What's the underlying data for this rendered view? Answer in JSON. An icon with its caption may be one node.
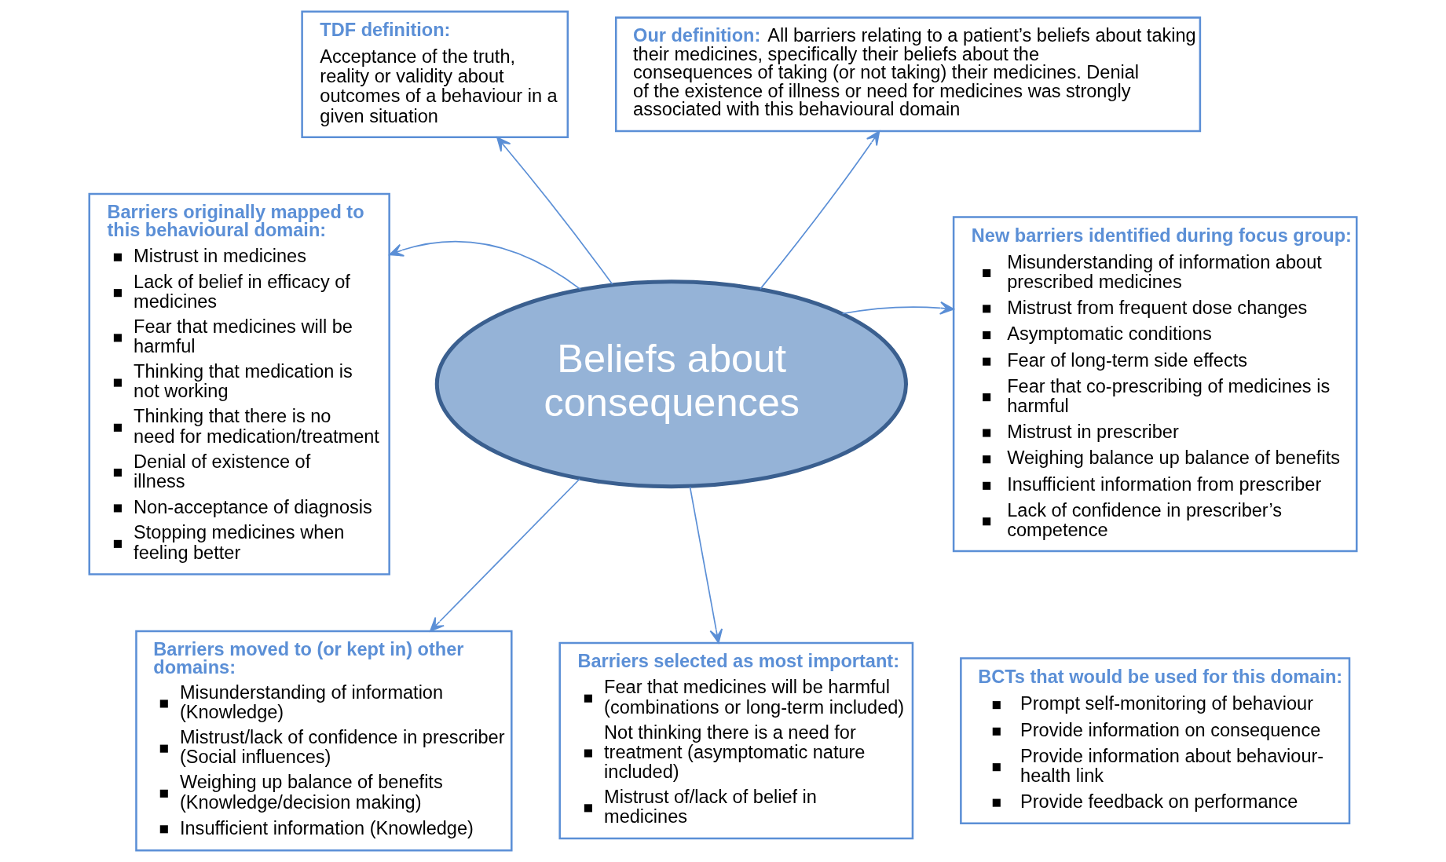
{
  "diagram": {
    "nodes": [
      {
        "text": [
          "Barriers originally mapped to this behavioural domain:",
          "Mistrust in medicines",
          "Lack of belief in efficacy of medicines",
          "Fear that medicines will be harmful",
          "Thinking that medication is not working",
          "Thinking that there is no need for medication/treatment",
          "Denial of existence of illness",
          "Non-acceptance of diagnosis",
          "Stopping medicines when feeling better"
        ]
      },
      {
        "text": [
          "TDF definition:",
          "Acceptance of the truth, reality or validity about outcomes of a behaviour in a given situation"
        ]
      },
      {
        "text": [
          "Our definition:",
          "All barriers relating to a patient’s beliefs about taking their medicines, specifically their beliefs about the consequences of taking (or not taking) their medicines. Denial of the existence of illness or need for medicines was strongly associated with this behavioural domain"
        ]
      },
      {
        "text": [
          "Beliefs about consequences"
        ]
      },
      {
        "text": [
          "New barriers identified during focus group:",
          "Misunderstanding of information about prescribed medicines",
          "Mistrust from frequent dose changes",
          "Asymptomatic conditions",
          "Fear of long-term side effects",
          "Fear that co-prescribing of medicines is harmful",
          "Mistrust in prescriber",
          "Weighing balance up balance of benefits",
          "Insufficient information from prescriber",
          "Lack of confidence in prescriber’s competence"
        ]
      },
      {
        "text": [
          "Barriers moved to (or kept in) other domains:",
          "Misunderstanding of information (Knowledge)",
          "Mistrust/lack of confidence in prescriber (Social influences)",
          "Weighing up balance of benefits (Knowledge/decision making)",
          "Insufficient information (Knowledge)"
        ]
      },
      {
        "text": [
          "Barriers selected as most important:",
          "Fear that medicines will be harmful (combinations or long-term included)",
          "Not thinking there is a need for treatment (asymptomatic nature included)",
          "Mistrust of/lack of belief in medicines"
        ]
      },
      {
        "text": [
          "BCTs that would be used for this domain:",
          "Prompt self-monitoring of behaviour",
          "Provide information on consequence",
          "Provide information about behaviour-health link",
          "Provide feedback on performance"
        ]
      }
    ],
    "edges": [
      {
        "from": 3,
        "to": 0,
        "arrow": "to"
      },
      {
        "from": 3,
        "to": 1,
        "arrow": "to"
      },
      {
        "from": 3,
        "to": 2,
        "arrow": "to"
      },
      {
        "from": 3,
        "to": 4,
        "arrow": "to"
      },
      {
        "from": 3,
        "to": 5,
        "arrow": "to"
      },
      {
        "from": 3,
        "to": 6,
        "arrow": "to"
      }
    ]
  }
}
